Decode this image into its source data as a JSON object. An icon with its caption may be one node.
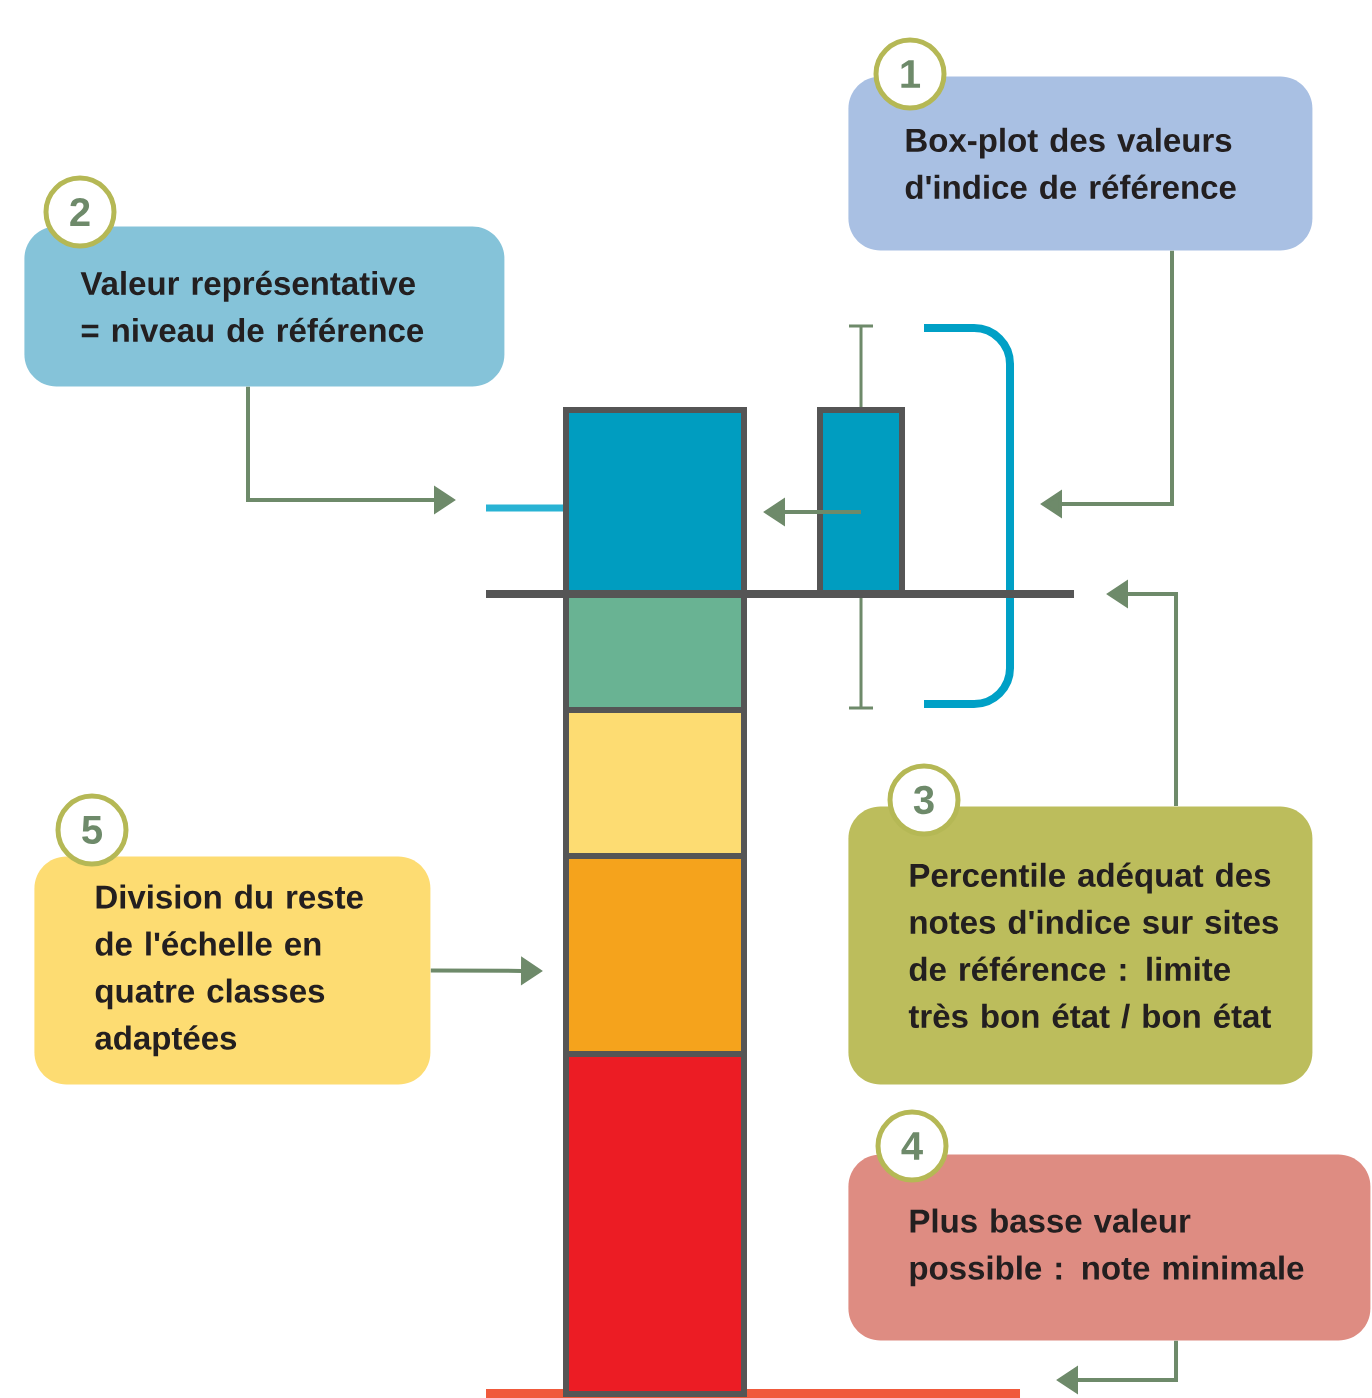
{
  "diagram": {
    "nodes": [
      {
        "text": [
          "1",
          "Box-plot des valeurs d'indice de référence"
        ]
      },
      {
        "text": [
          "2",
          "Valeur représentative = niveau de référence"
        ]
      },
      {
        "text": [
          "3",
          "Percentile adéquat des notes d'indice sur sites de référence : limite très bon état / bon état"
        ]
      },
      {
        "text": [
          "4",
          "Plus basse valeur possible : note minimale"
        ]
      },
      {
        "text": [
          "5",
          "Division du reste de l'échelle en quatre classes adaptées"
        ]
      },
      {
        "text": [],
        "shape": "bar"
      },
      {
        "text": [],
        "shape": "bar"
      },
      {
        "text": [],
        "shape": "bar"
      },
      {
        "text": [],
        "shape": "bar"
      },
      {
        "text": [],
        "shape": "bar"
      },
      {
        "text": [],
        "shape": "box"
      }
    ],
    "edges": [
      {
        "from": 0,
        "to": null,
        "arrow": "to"
      },
      {
        "from": 1,
        "to": null,
        "arrow": "to"
      },
      {
        "from": 10,
        "to": 5,
        "arrow": "to"
      },
      {
        "from": 2,
        "to": null,
        "arrow": "to"
      },
      {
        "from": 4,
        "to": 8,
        "arrow": "to"
      },
      {
        "from": 3,
        "to": null,
        "arrow": "to"
      }
    ]
  }
}
